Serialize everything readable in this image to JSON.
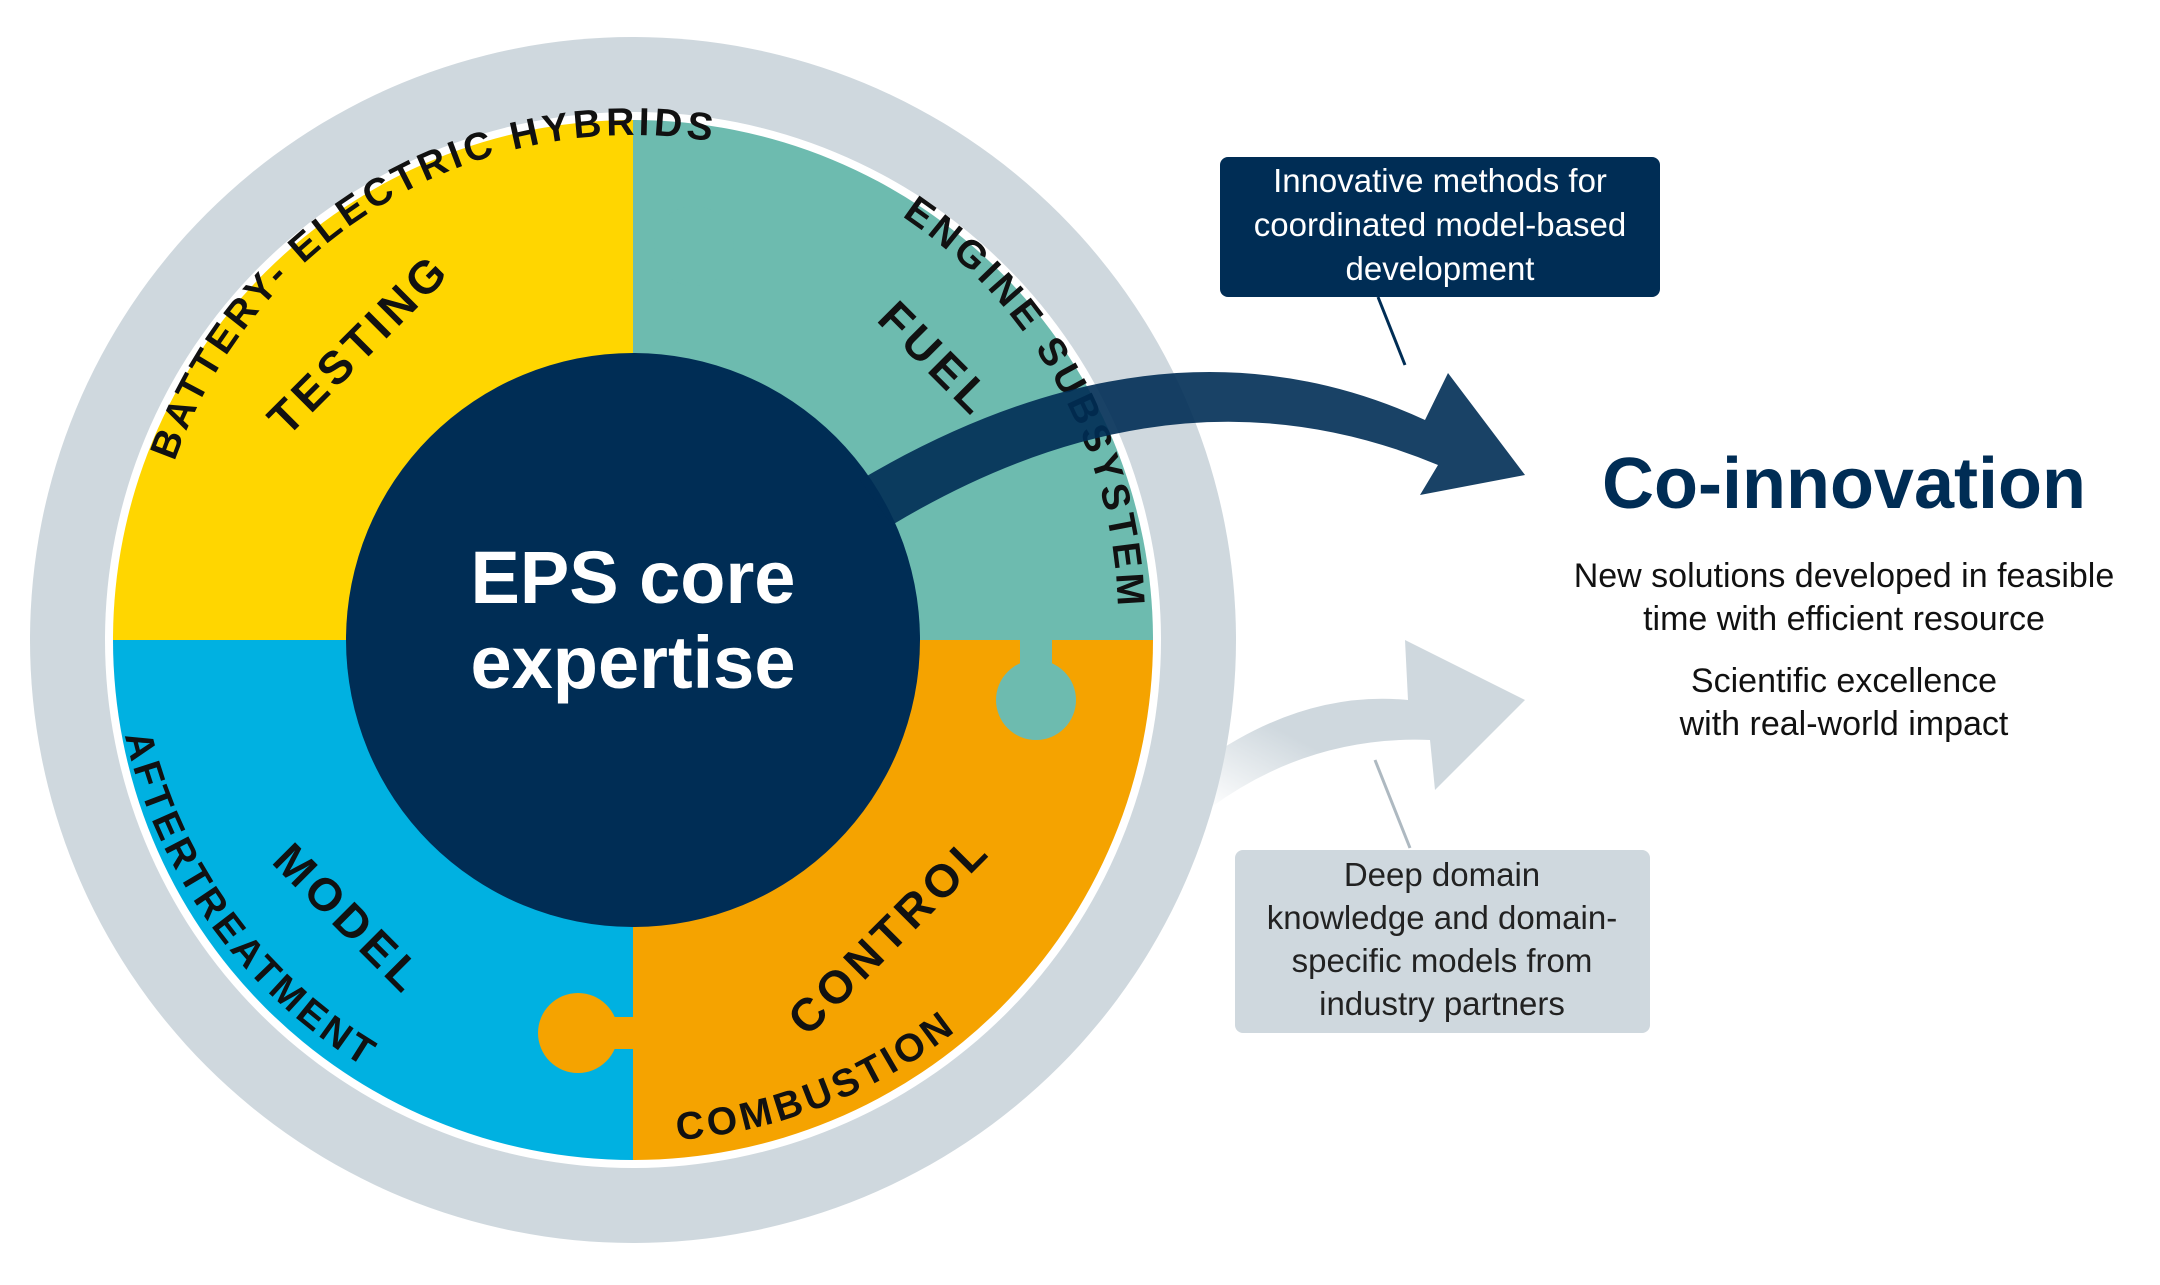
{
  "colors": {
    "outer_ring": "#cfd8de",
    "testing": "#ffd600",
    "fuel": "#6dbbaf",
    "model": "#00b1e1",
    "control": "#f5a300",
    "core": "#002d55",
    "arrow_dark": "#002d55",
    "arrow_light": "#cfd8de"
  },
  "ring": {
    "battery": "BATTERY- ELECTRIC HYBRIDS",
    "engine": "ENGINE SUBSYSTEMS",
    "combustion": "COMBUSTION",
    "aftertreatment": "AFTERTREATMENT"
  },
  "pieces": {
    "testing": "TESTING",
    "fuel": "FUEL",
    "model": "MODEL",
    "control": "CONTROL"
  },
  "core": {
    "line1": "EPS core",
    "line2": "expertise"
  },
  "callout_top": {
    "lines": [
      "Innovative methods for",
      "coordinated model-based",
      "development"
    ]
  },
  "callout_bottom": {
    "lines": [
      "Deep domain",
      "knowledge and domain-",
      "specific models from",
      "industry partners"
    ]
  },
  "result": {
    "title": "Co-innovation",
    "para1": [
      "New solutions developed in feasible",
      "time with efficient resource"
    ],
    "para2": [
      "Scientific excellence",
      "with real-world impact"
    ]
  }
}
